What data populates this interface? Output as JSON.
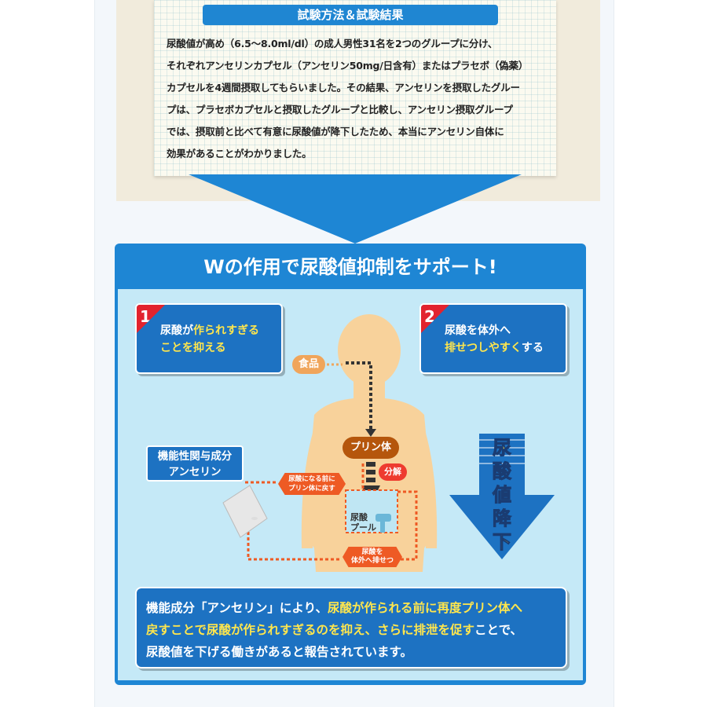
{
  "study": {
    "title": "試験方法＆試験結果",
    "lines": [
      "尿酸値が高め（6.5〜8.0ml/dl）の成人男性31名を2つのグループに分け、",
      "それぞれアンセリンカプセル（アンセリン50mg/日含有）またはプラセボ（偽薬）",
      "カプセルを4週間摂取してもらいました。その結果、アンセリンを摂取したグルー",
      "プは、プラセボカプセルと摂取したグループと比較し、アンセリン摂取グループ",
      "では、摂取前と比べて有意に尿酸値が降下したため、本当にアンセリン自体に",
      "効果があることがわかりました。"
    ]
  },
  "support": {
    "title": "Wの作用で尿酸値抑制をサポート!",
    "callout1": {
      "number": "1",
      "line1_a": "尿酸が",
      "line1_b": "作られすぎる",
      "line2": "ことを抑える"
    },
    "callout2": {
      "number": "2",
      "line1": "尿酸を体外へ",
      "line2_a": "排せつしやすく",
      "line2_b": "する"
    },
    "diagram": {
      "food": "食品",
      "purine": "プリン体",
      "decompose": "分解",
      "anserine_line1": "機能性関与成分",
      "anserine_line2": "アンセリン",
      "return_line1": "尿酸になる前に",
      "return_line2": "プリン体に戻す",
      "pool_line1": "尿酸",
      "pool_line2": "プール",
      "excrete_line1": "尿酸を",
      "excrete_line2": "体外へ排せつ",
      "decrease": [
        "尿",
        "酸",
        "値",
        "降",
        "下"
      ]
    },
    "summary": {
      "l1_a": "機能成分「アンセリン」により、",
      "l1_b": "尿酸が作られる前に再度プリン体へ",
      "l2_a": "戻すことで尿酸が作られすぎるのを抑え、さらに排泄を促す",
      "l2_b": "ことで、",
      "l3": "尿酸値を下げる働きがあると報告されています。"
    }
  },
  "colors": {
    "primary_blue": "#1e86d4",
    "dark_blue": "#1d72c2",
    "light_blue": "#c5e9f7",
    "highlight_yellow": "#ffe64d",
    "accent_orange": "#ee5a24",
    "accent_red": "#e2232e",
    "skin": "#f8d29b"
  }
}
